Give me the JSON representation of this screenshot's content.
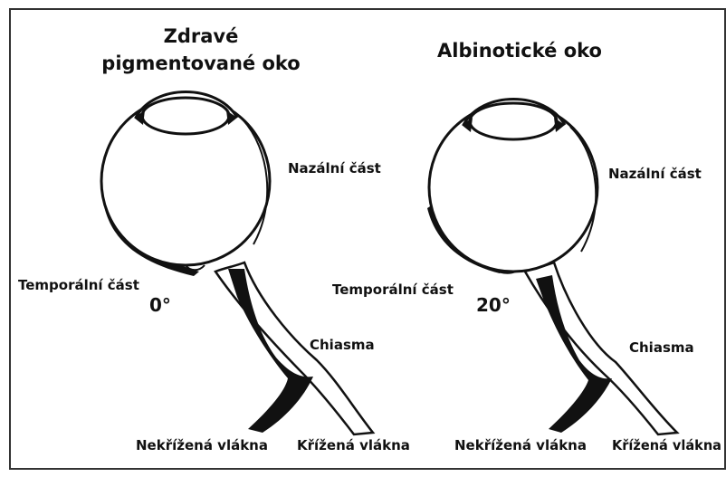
{
  "left_eye": {
    "title_line1": "Zdravé",
    "title_line2": "pigmentované oko",
    "nasal_label": "Nazální část",
    "temporal_label": "Temporální část",
    "angle": "0°",
    "chiasm_label": "Chiasma",
    "uncrossed_label": "Nekřížená vlákna",
    "crossed_label": "Křížená vlákna"
  },
  "right_eye": {
    "title_line1": "Albinotické oko",
    "nasal_label": "Nazální část",
    "temporal_label": "Temporální část",
    "angle": "20°",
    "chiasm_label": "Chiasma",
    "uncrossed_label": "Nekřížená vlákna",
    "crossed_label": "Křížená vlákna"
  },
  "colors": {
    "ink": "#111111",
    "frame": "#333333",
    "background": "#ffffff"
  }
}
